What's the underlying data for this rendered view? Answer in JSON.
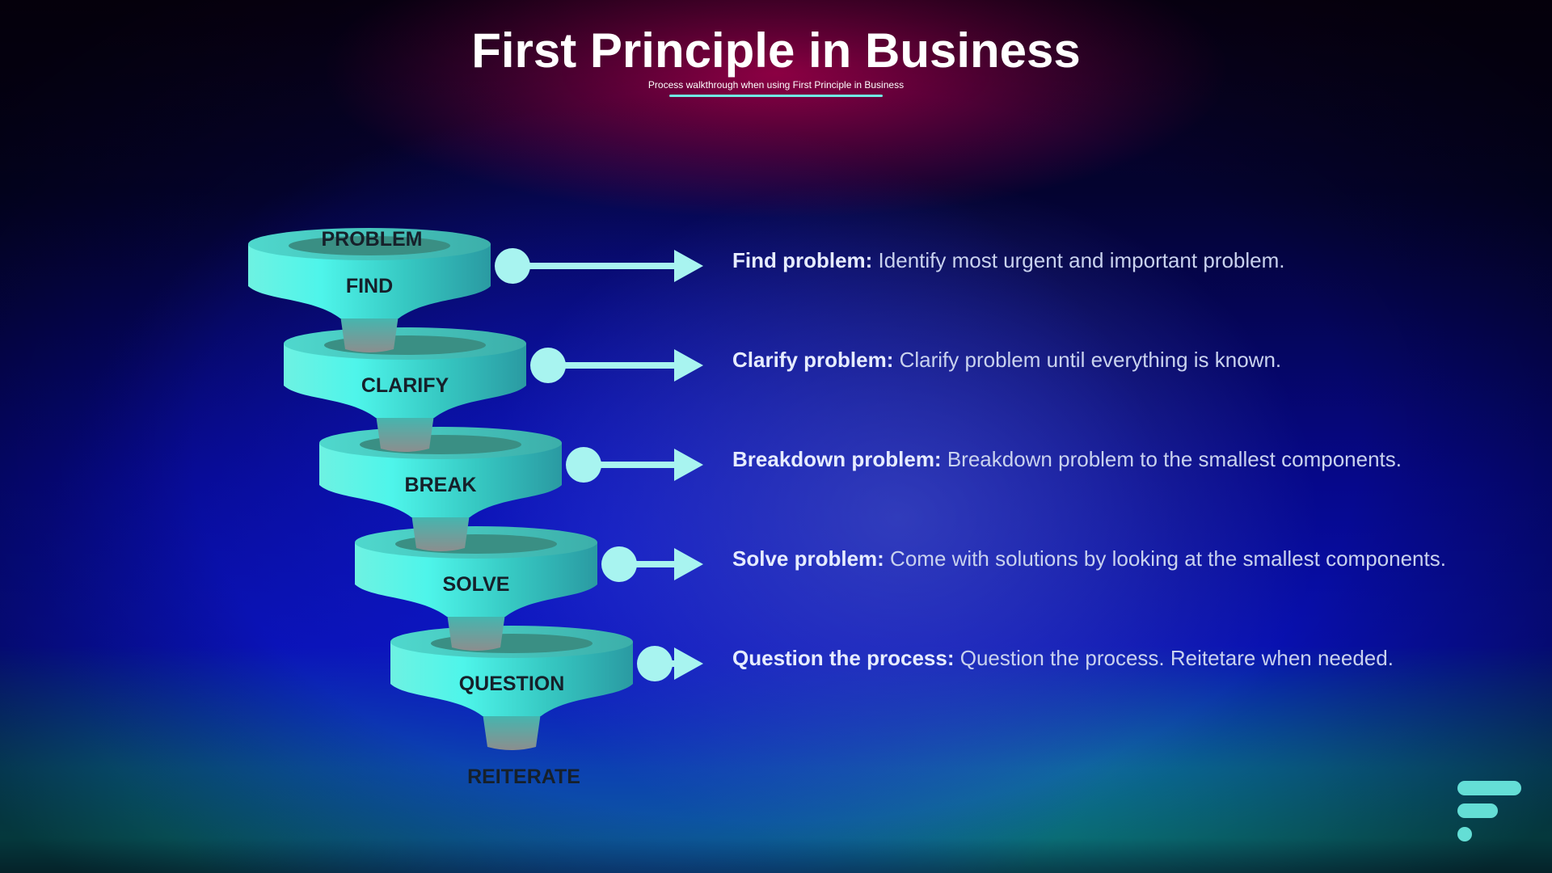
{
  "title": "First Principle in Business",
  "subtitle": "Process walkthrough when using First Principle in Business",
  "stages": [
    {
      "label": "FIND"
    },
    {
      "label": "CLARIFY"
    },
    {
      "label": "BREAK"
    },
    {
      "label": "SOLVE"
    },
    {
      "label": "QUESTION"
    }
  ],
  "top_label": "PROBLEM",
  "bottom_label": "REITERATE",
  "descriptions": [
    {
      "bold": "Find problem:",
      "text": " Identify most urgent and important problem."
    },
    {
      "bold": "Clarify problem:",
      "text": " Clarify problem until everything is known."
    },
    {
      "bold": "Breakdown problem:",
      "text": " Breakdown problem to the smallest components."
    },
    {
      "bold": "Solve problem:",
      "text": " Come with solutions by looking at the smallest components."
    },
    {
      "bold": "Question the process:",
      "text": " Question the process. Reitetare when needed."
    }
  ],
  "colors": {
    "funnel": "#5ff0e4",
    "arrow": "#a8f4f0",
    "text_bold": "#e6ecff",
    "text_regular": "#c9d2ee"
  },
  "logo_icon": "brand-logo-icon"
}
